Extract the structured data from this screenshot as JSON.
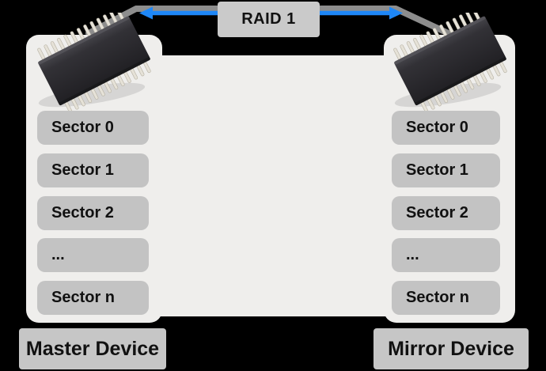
{
  "diagram": {
    "title": "RAID 1",
    "devices": [
      {
        "label": "Master Device",
        "sectors": [
          "Sector 0",
          "Sector 1",
          "Sector 2",
          "...",
          "Sector n"
        ]
      },
      {
        "label": "Mirror Device",
        "sectors": [
          "Sector 0",
          "Sector 1",
          "Sector 2",
          "...",
          "Sector n"
        ]
      }
    ],
    "colors": {
      "background": "#000000",
      "panel": "#efeeec",
      "sector_box_gray": "#c3c3c3",
      "device_label_gray": "#c6c6c6",
      "raid_box_gray": "#cacaca",
      "arrow_blue": "#1e87f7",
      "arrow_shadow_gray": "#8d8d8d",
      "chip_body": "#2b2a2e",
      "text": "#111111"
    }
  }
}
